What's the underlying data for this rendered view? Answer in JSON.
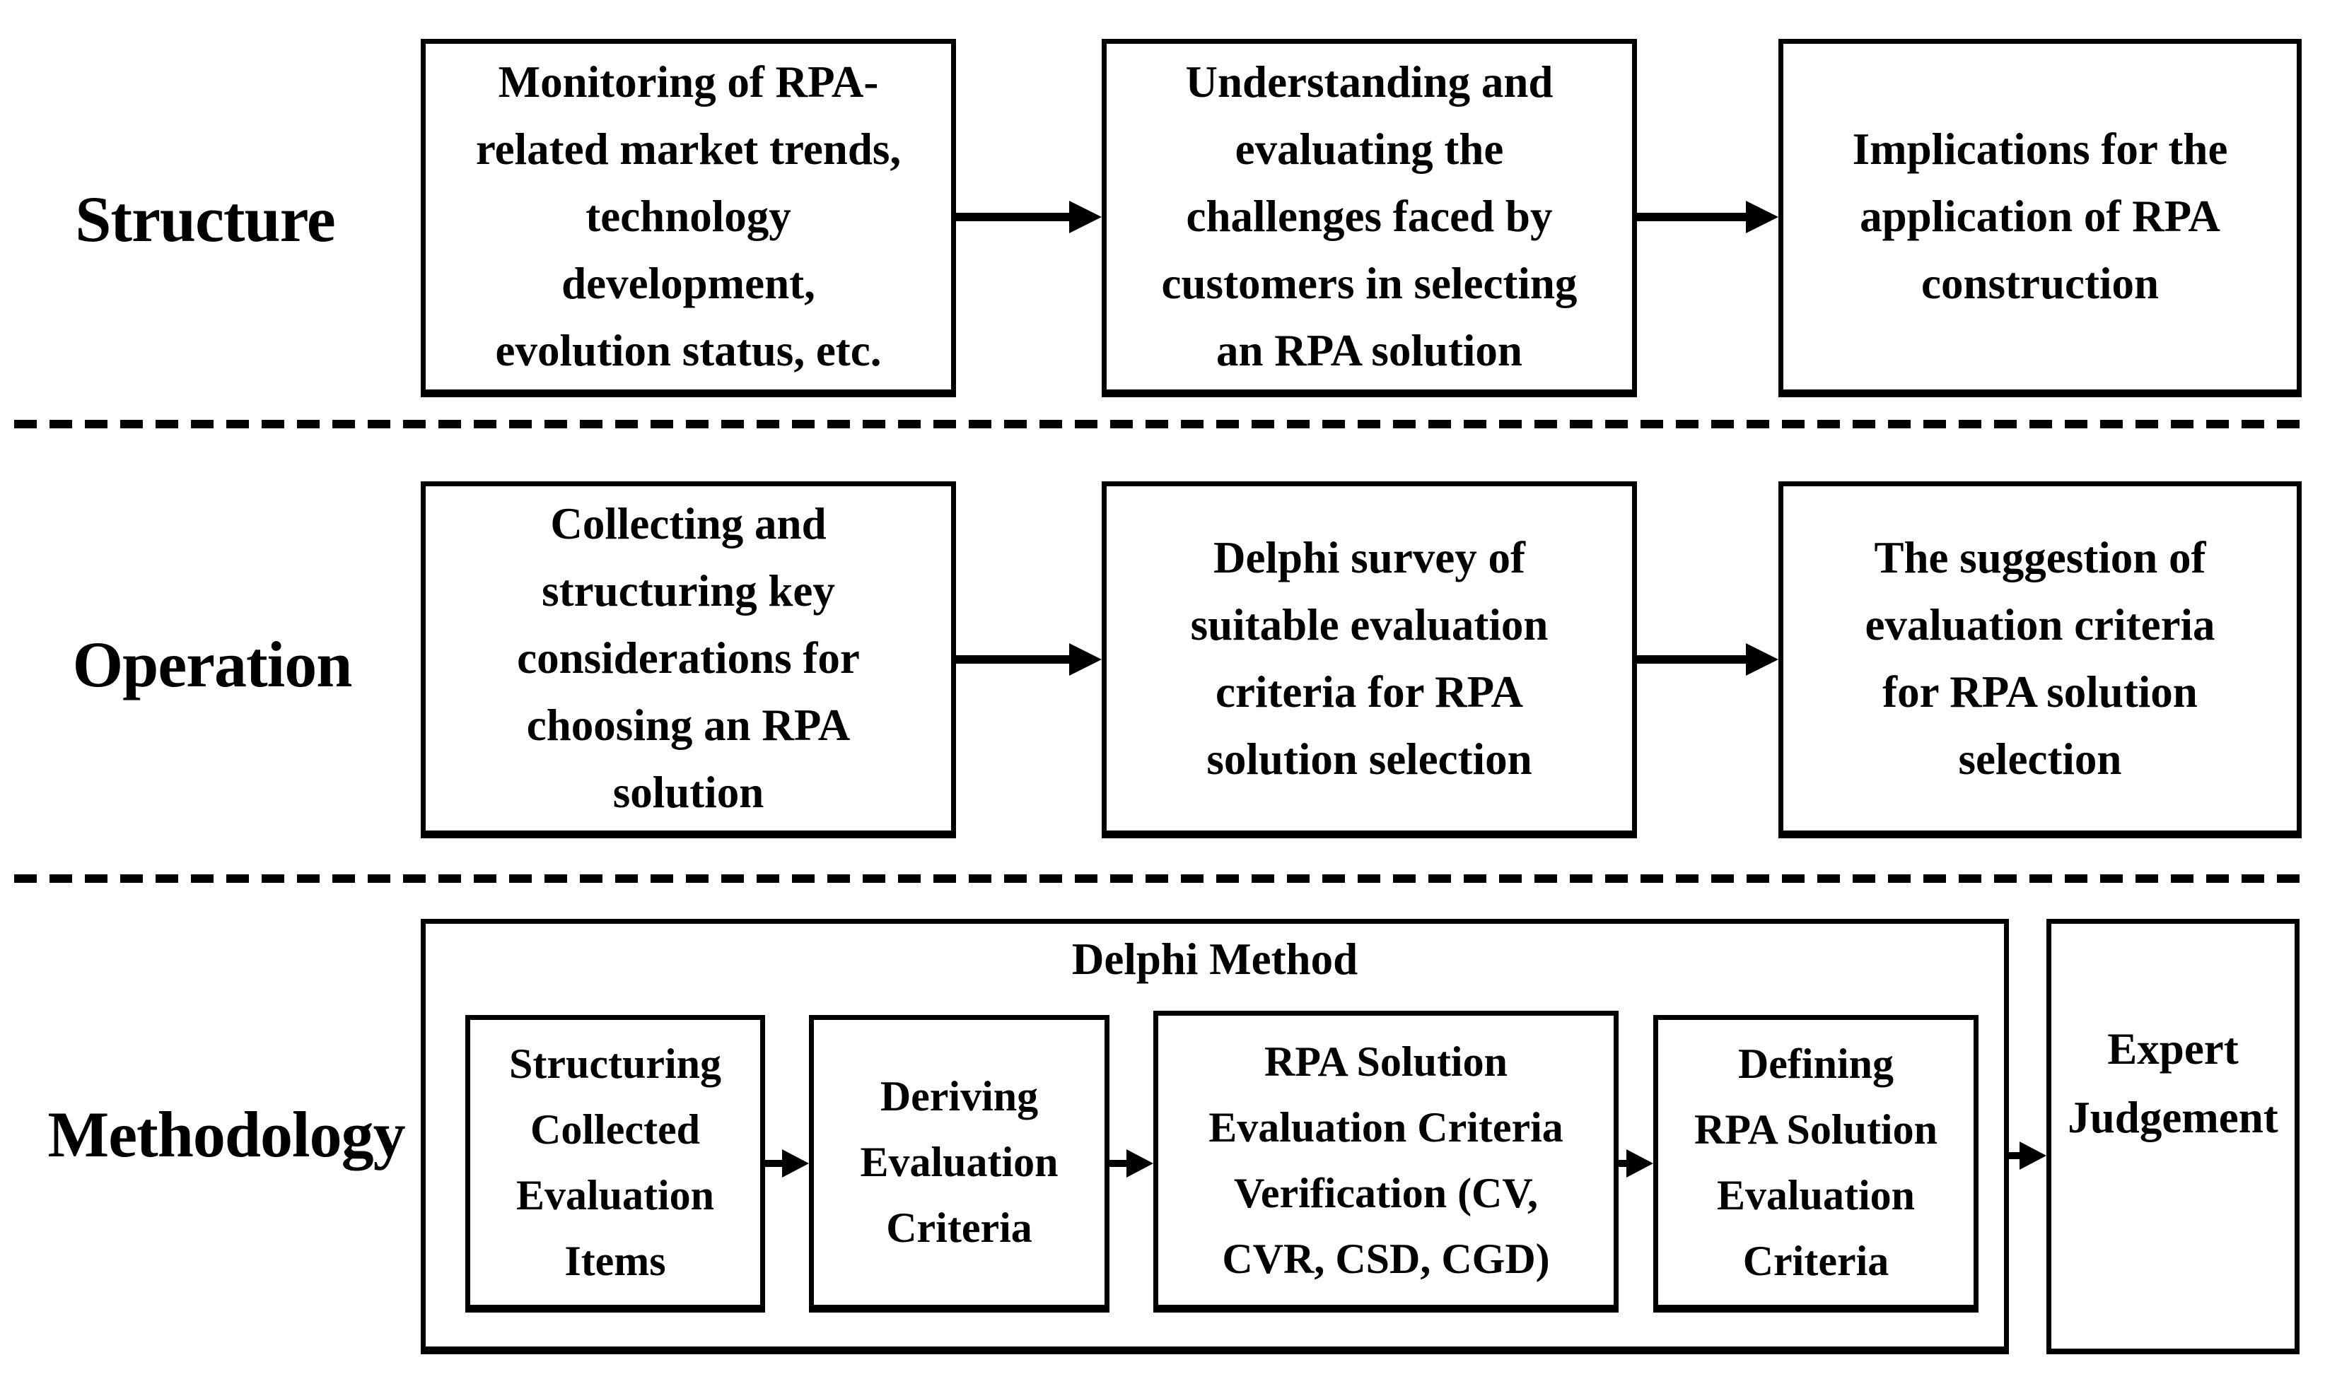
{
  "colors": {
    "ink": "#000000",
    "background": "#ffffff"
  },
  "icons": {
    "connector": "flow-arrow-right-icon"
  },
  "rows": [
    {
      "label": "Structure",
      "boxes": [
        {
          "text": "Monitoring of RPA-\nrelated market trends,\ntechnology\ndevelopment,\nevolution status, etc."
        },
        {
          "text": "Understanding and\nevaluating the\nchallenges faced by\ncustomers in selecting\nan RPA solution"
        },
        {
          "text": "Implications for the\napplication of RPA\nconstruction"
        }
      ]
    },
    {
      "label": "Operation",
      "boxes": [
        {
          "text": "Collecting and\nstructuring key\nconsiderations for\nchoosing an RPA\nsolution"
        },
        {
          "text": "Delphi survey  of\nsuitable evaluation\ncriteria for RPA\nsolution selection"
        },
        {
          "text": "The suggestion of\nevaluation criteria\nfor RPA solution\nselection"
        }
      ]
    },
    {
      "label": "Methodology",
      "delphi": {
        "title": "Delphi Method",
        "steps": [
          {
            "text": "Structuring\nCollected\nEvaluation\nItems"
          },
          {
            "text": "Deriving\nEvaluation\nCriteria"
          },
          {
            "text": "RPA Solution\nEvaluation Criteria\nVerification (CV,\nCVR, CSD, CGD)"
          },
          {
            "text": "Defining\nRPA Solution\nEvaluation\nCriteria"
          }
        ]
      },
      "result": {
        "text": "Expert\nJudgement"
      }
    }
  ]
}
